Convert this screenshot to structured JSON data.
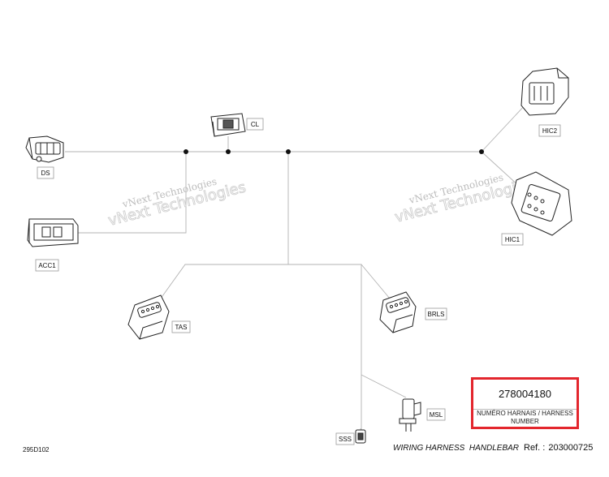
{
  "connectors": {
    "ds": "DS",
    "cl": "CL",
    "acc1": "ACC1",
    "hic2": "HIC2",
    "hic1": "HIC1",
    "tas": "TAS",
    "brls": "BRLS",
    "msl": "MSL",
    "sss": "SSS"
  },
  "watermarks": {
    "left_line1": "vNext Technologies",
    "left_line2": "vNext Technologies",
    "right_line1": "vNext Technologies",
    "right_line2": "vNext Technologies"
  },
  "part_number": {
    "number": "278004180",
    "caption": "NUMÉRO HARNAIS / HARNESS NUMBER"
  },
  "footer": {
    "diagram_code": "295D102",
    "title": "WIRING HARNESS  HANDLEBAR",
    "ref_label": "Ref. :",
    "ref_number": "203000725"
  },
  "colors": {
    "line": "#b3b3b3",
    "highlight": "#e3262d"
  }
}
